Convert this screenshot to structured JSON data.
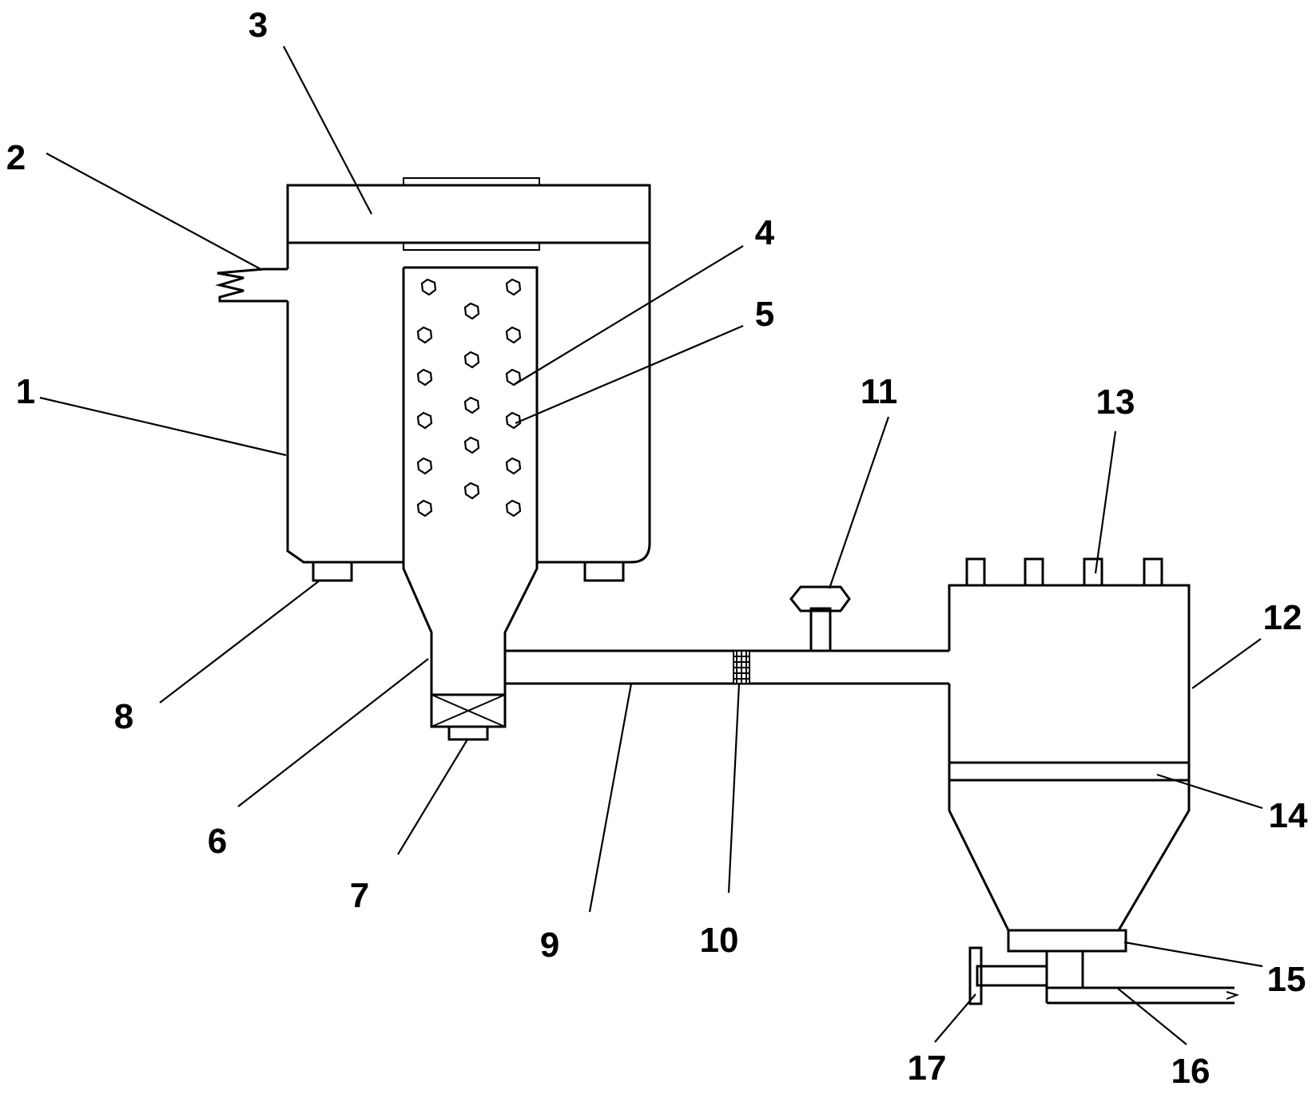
{
  "labels": {
    "l1": "1",
    "l2": "2",
    "l3": "3",
    "l4": "4",
    "l5": "5",
    "l6": "6",
    "l7": "7",
    "l8": "8",
    "l9": "9",
    "l10": "10",
    "l11": "11",
    "l12": "12",
    "l13": "13",
    "l14": "14",
    "l15": "15",
    "l16": "16",
    "l17": "17"
  },
  "colors": {
    "stroke": "#000000",
    "background": "#ffffff"
  }
}
